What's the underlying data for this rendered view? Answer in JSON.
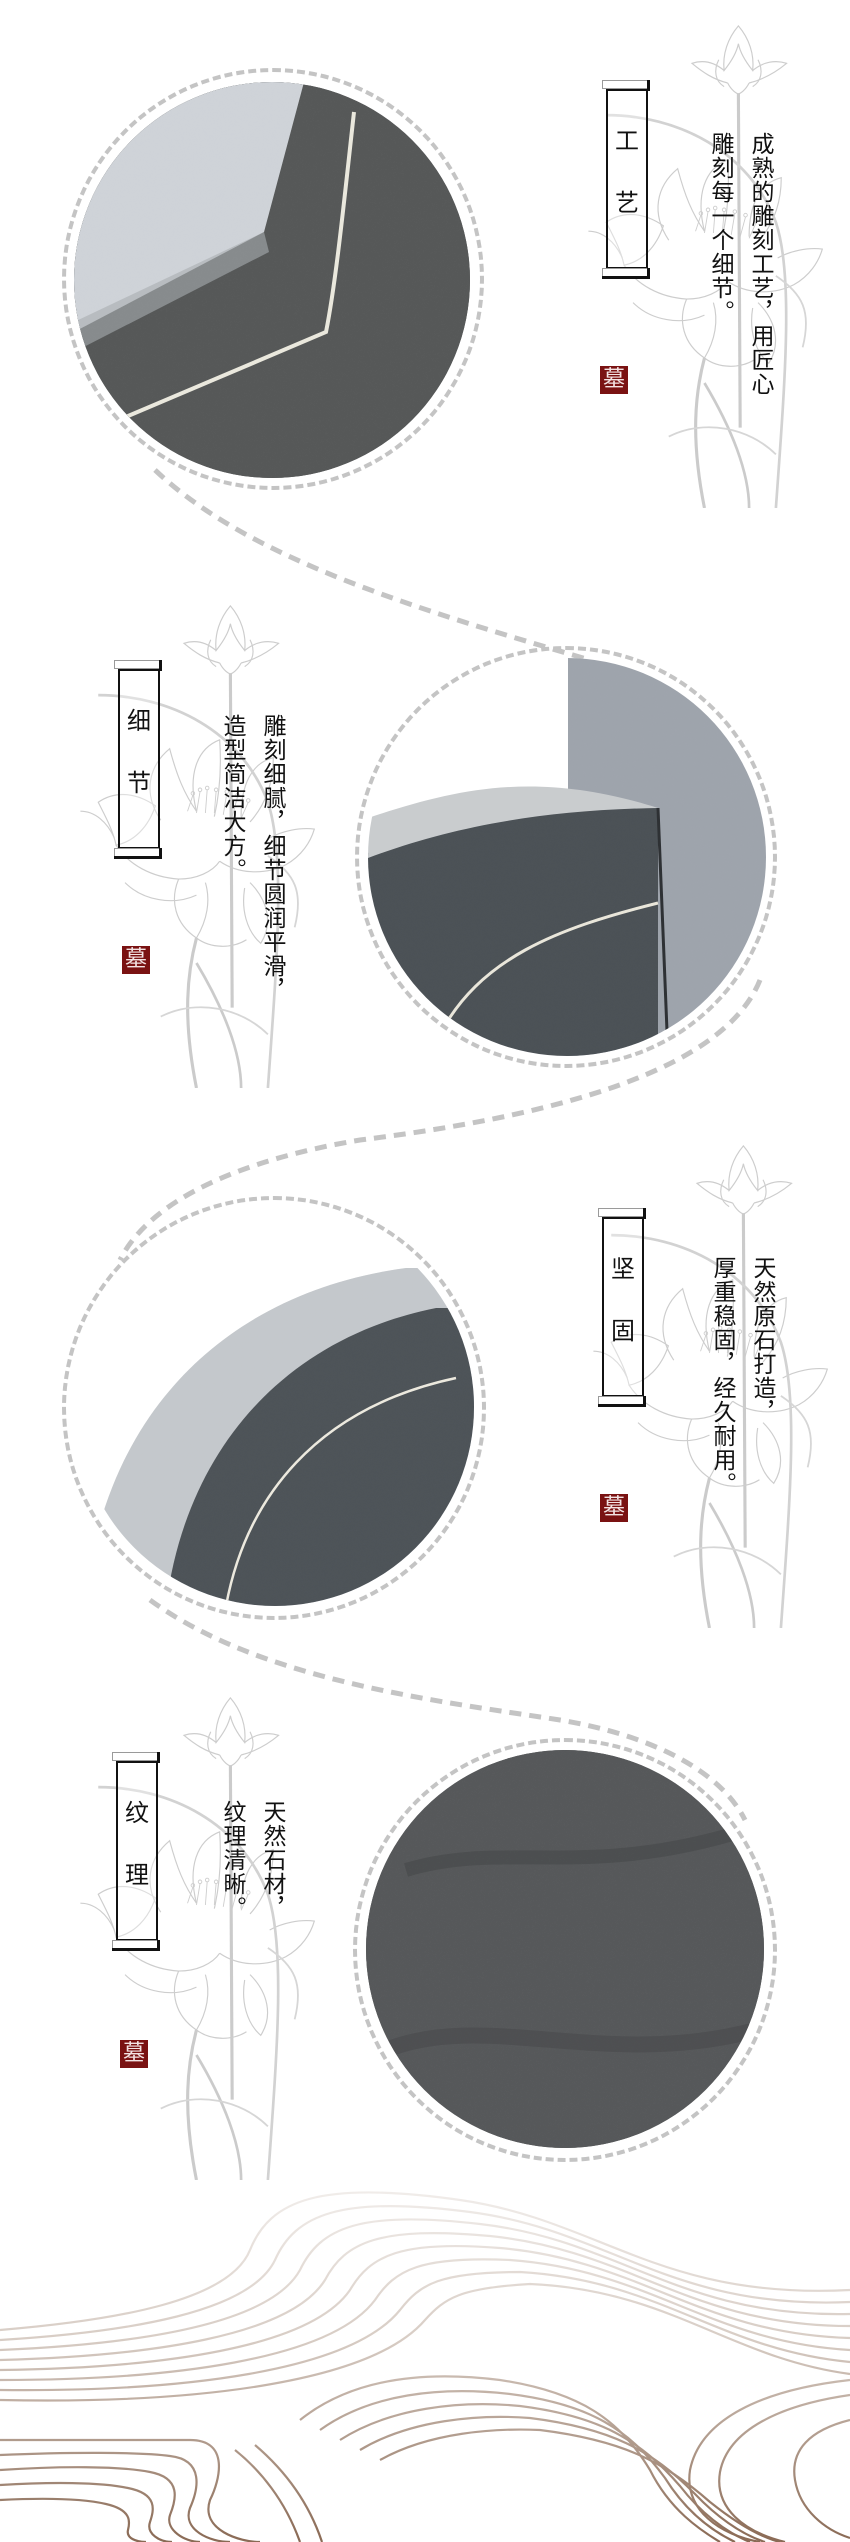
{
  "sections": [
    {
      "title_chars": [
        "工",
        "艺"
      ],
      "body_lines": [
        "成熟的雕刻工艺，用匠心",
        "雕刻每一个细节。"
      ],
      "seal": "墓",
      "image": "granite-headstone-corner-carving"
    },
    {
      "title_chars": [
        "细",
        "节"
      ],
      "body_lines": [
        "雕刻细腻，细节圆润平滑，",
        "造型简洁大方。"
      ],
      "seal": "墓",
      "image": "granite-headstone-edge-groove"
    },
    {
      "title_chars": [
        "坚",
        "固"
      ],
      "body_lines": [
        "天然原石打造，",
        "厚重稳固，经久耐用。"
      ],
      "seal": "墓",
      "image": "granite-headstone-polished-edge"
    },
    {
      "title_chars": [
        "纹",
        "理"
      ],
      "body_lines": [
        "天然石材，",
        "纹理清晰。"
      ],
      "seal": "墓",
      "image": "granite-surface-texture"
    }
  ],
  "colors": {
    "dash": "#c4c4c4",
    "seal_bg": "#7a1212",
    "wave_dark": "#8a6a55",
    "wave_light": "#e6dfda",
    "lotus_stroke": "#cfcfcf",
    "granite_dark": "#4a4c4e",
    "granite_light": "#d6d9dc"
  }
}
